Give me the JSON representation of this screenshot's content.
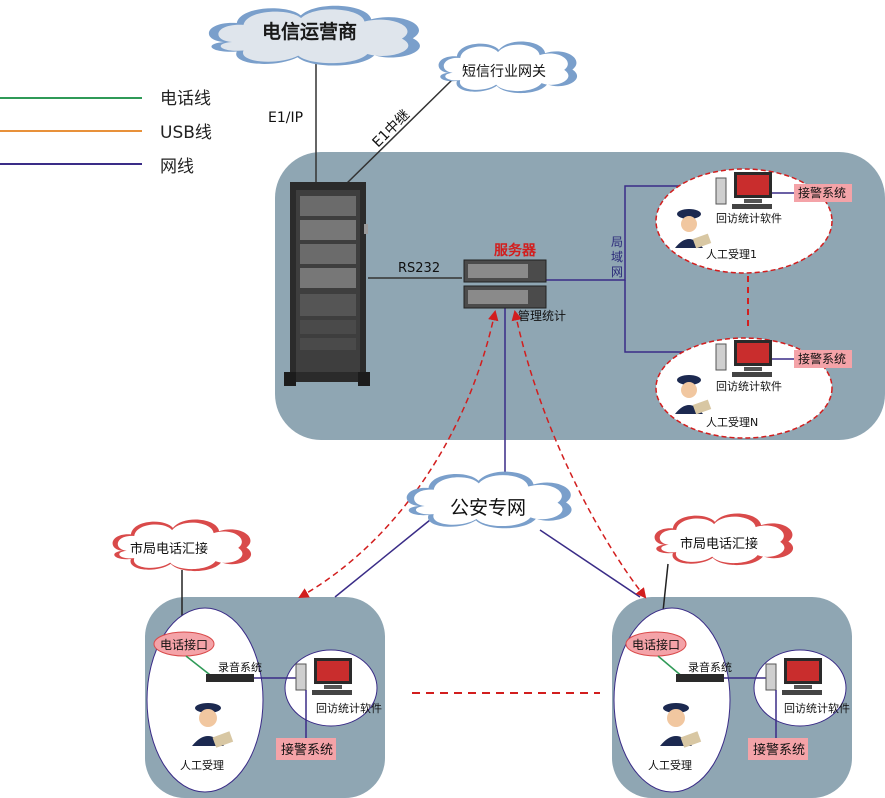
{
  "clouds": {
    "telecom": "电信运营商",
    "sms_gateway": "短信行业网关",
    "police_net": "公安专网",
    "city_left": "市局电话汇接",
    "city_right": "市局电话汇接"
  },
  "legend": {
    "items": [
      {
        "label": "电话线",
        "color": "#2f9a57"
      },
      {
        "label": "USB线",
        "color": "#e8913a"
      },
      {
        "label": "网线",
        "color": "#3a2c87"
      }
    ]
  },
  "links": {
    "e1_ip": "E1/IP",
    "e1_trunk": "E1中继",
    "rs232": "RS232",
    "lan": "局域网"
  },
  "server": {
    "title": "服务器",
    "subtitle": "管理统计"
  },
  "operators": {
    "top": {
      "software": "回访统计软件",
      "alarm": "接警系统",
      "label": "人工受理1"
    },
    "bottom": {
      "software": "回访统计软件",
      "alarm": "接警系统",
      "label": "人工受理N"
    }
  },
  "branches": {
    "left": {
      "phone_interface": "电话接口",
      "recording": "录音系统",
      "software": "回访统计软件",
      "alarm": "接警系统",
      "operator": "人工受理"
    },
    "right": {
      "phone_interface": "电话接口",
      "recording": "录音系统",
      "software": "回访统计软件",
      "alarm": "接警系统",
      "operator": "人工受理"
    }
  },
  "colors": {
    "panel": "#8fa6b3",
    "cloud_blue": "#7a9fcb",
    "cloud_red": "#d94a4a",
    "net_line": "#3a2c87",
    "phone_line": "#2f9a57",
    "dashed_red": "#d21e1e",
    "alarm_box": "#f4a3a8"
  }
}
